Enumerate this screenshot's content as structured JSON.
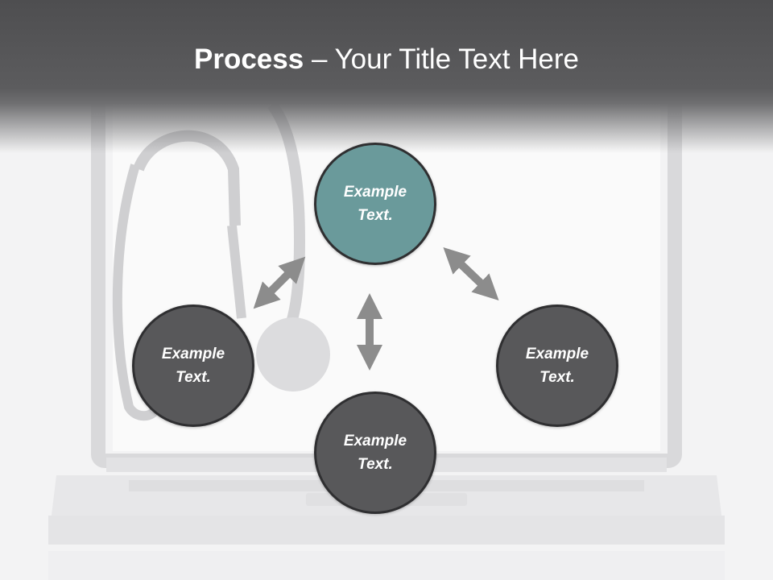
{
  "title": {
    "bold": "Process",
    "dash": " – ",
    "rest": "Your Title Text Here"
  },
  "nodes": {
    "top": {
      "line1": "Example",
      "line2": "Text.",
      "color": "#6a9a9b"
    },
    "left": {
      "line1": "Example",
      "line2": "Text.",
      "color": "#58585a"
    },
    "right": {
      "line1": "Example",
      "line2": "Text.",
      "color": "#58585a"
    },
    "bottom": {
      "line1": "Example",
      "line2": "Text.",
      "color": "#58585a"
    }
  },
  "colors": {
    "header": "#58585a",
    "arrow": "#8c8c8c",
    "circle_border": "#2f2f31"
  },
  "background": {
    "image": "laptop-with-stethoscope"
  }
}
